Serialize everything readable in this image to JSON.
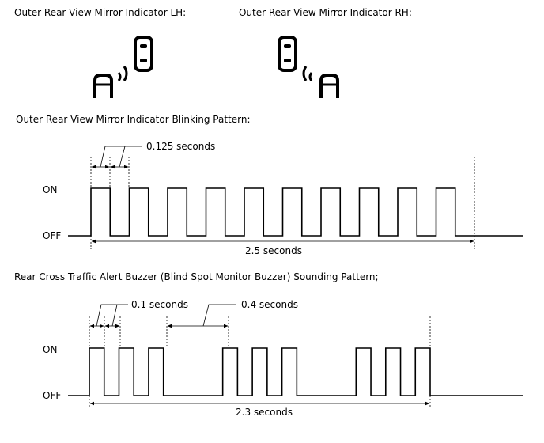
{
  "indicators": {
    "lh_label": "Outer Rear View Mirror Indicator LH:",
    "rh_label": "Outer Rear View Mirror Indicator RH:"
  },
  "blink": {
    "title": "Outer Rear View Mirror Indicator Blinking Pattern:",
    "on_label": "ON",
    "off_label": "OFF",
    "pulse_label": "0.125 seconds",
    "total_label": "2.5 seconds",
    "pulse_seconds": 0.125,
    "total_seconds": 2.5,
    "pulse_count": 10
  },
  "buzzer": {
    "title": "Rear Cross Traffic Alert Buzzer (Blind Spot Monitor Buzzer) Sounding Pattern;",
    "on_label": "ON",
    "off_label": "OFF",
    "pulse_label": "0.1 seconds",
    "gap_label": "0.4 seconds",
    "total_label": "2.3 seconds",
    "pulse_seconds": 0.1,
    "gap_seconds": 0.4,
    "total_seconds": 2.3,
    "groups": 3,
    "pulses_per_group": 3
  }
}
